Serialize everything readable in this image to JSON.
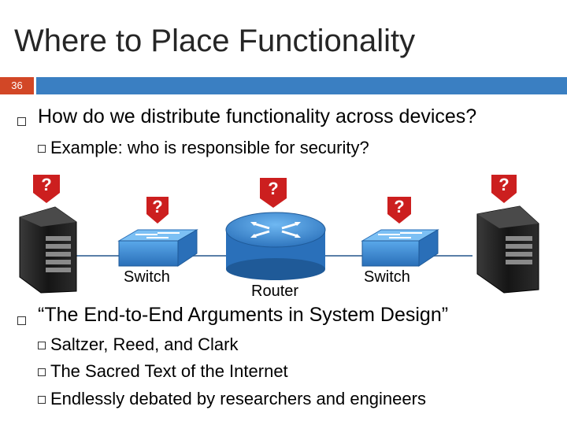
{
  "slide": {
    "title": "Where to Place Functionality",
    "number": "36"
  },
  "bullets": [
    {
      "text": "How do we distribute functionality across devices?",
      "sub": [
        "Example: who is responsible for security?"
      ]
    },
    {
      "text": "“The End-to-End Arguments in System Design”",
      "sub": [
        "Saltzer, Reed, and Clark",
        "The Sacred Text of the Internet",
        "Endlessly debated by researchers and engineers"
      ]
    }
  ],
  "diagram": {
    "question_mark": "?",
    "labels": {
      "switch_left": "Switch",
      "router": "Router",
      "switch_right": "Switch"
    },
    "devices": [
      "server-icon",
      "switch-icon",
      "router-icon",
      "switch-icon",
      "server-icon"
    ],
    "colors": {
      "question_tag": "#cc1f1f",
      "switch": "#3a8ed8",
      "router": "#3a8ed8",
      "link": "#5a7fa8",
      "accent_bar": "#3a7fc2",
      "slide_number": "#d24726"
    }
  }
}
